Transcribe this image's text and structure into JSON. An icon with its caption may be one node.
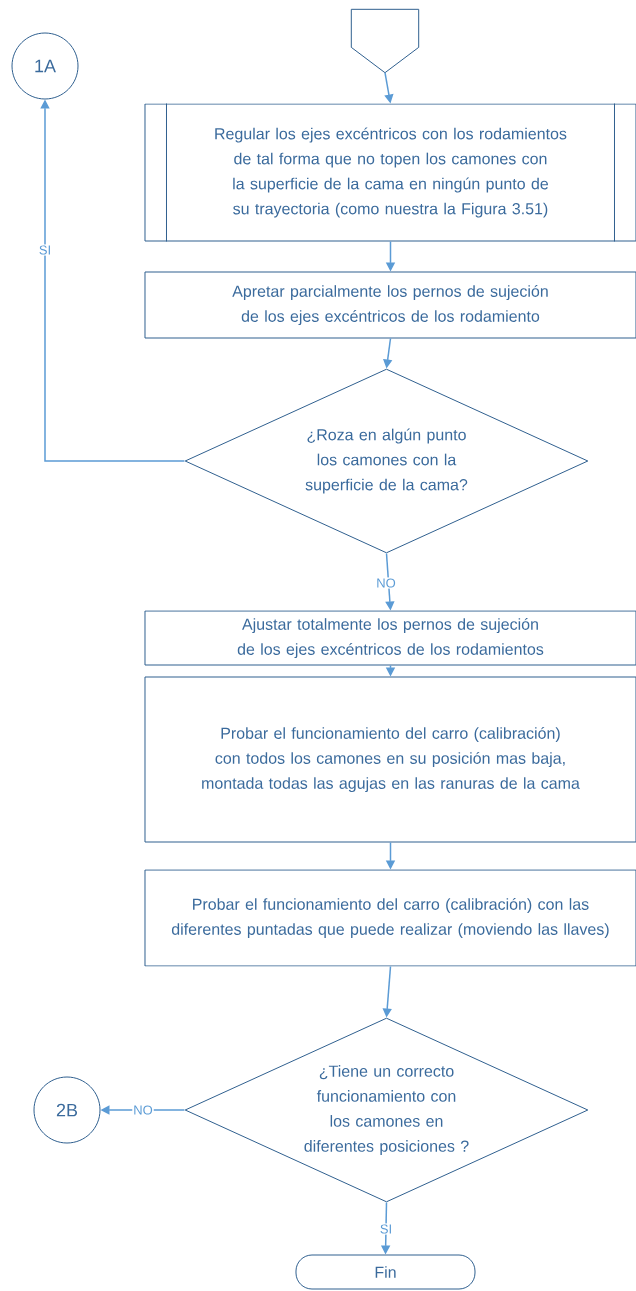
{
  "diagram": {
    "nodes": [
      {
        "text": [
          "1A"
        ]
      },
      {
        "text": [],
        "shape": "pentagon"
      },
      {
        "text": [
          "Regular los ejes excéntricos con los rodamientos de tal forma que no topen los camones con la superficie de la cama en ningún punto de su trayectoria (como nuestra la Figura 3.51)"
        ]
      },
      {
        "text": [
          "Apretar parcialmente los pernos de sujeción de los ejes excéntricos de los rodamiento"
        ]
      },
      {
        "text": [
          "¿Roza en algún punto los camones con la superficie de la cama?"
        ]
      },
      {
        "text": [
          "Ajustar totalmente los pernos de sujeción de los ejes excéntricos de los rodamientos"
        ]
      },
      {
        "text": [
          "Probar el funcionamiento del carro (calibración) con todos los camones en su posición mas baja, montada todas las agujas en las ranuras de la cama"
        ]
      },
      {
        "text": [
          "Probar el funcionamiento del carro (calibración) con las diferentes puntadas que puede realizar (moviendo las llaves)"
        ]
      },
      {
        "text": [
          "¿Tiene un correcto funcionamiento con los camones en diferentes posiciones ?"
        ]
      },
      {
        "text": [
          "2B"
        ]
      },
      {
        "text": [
          "Fin"
        ]
      }
    ],
    "edges": [
      {
        "from": 1,
        "to": 2,
        "arrow": "to"
      },
      {
        "from": 2,
        "to": 3,
        "arrow": "to"
      },
      {
        "from": 3,
        "to": 4,
        "arrow": "to"
      },
      {
        "from": 4,
        "to": 0,
        "arrow": "to",
        "label": "SI"
      },
      {
        "from": 4,
        "to": 5,
        "arrow": "to",
        "label": "NO"
      },
      {
        "from": 5,
        "to": 6,
        "arrow": "to"
      },
      {
        "from": 6,
        "to": 7,
        "arrow": "to"
      },
      {
        "from": 7,
        "to": 8,
        "arrow": "to"
      },
      {
        "from": 8,
        "to": 9,
        "arrow": "to",
        "label": "NO"
      },
      {
        "from": 8,
        "to": 10,
        "arrow": "to",
        "label": "SI"
      }
    ]
  }
}
